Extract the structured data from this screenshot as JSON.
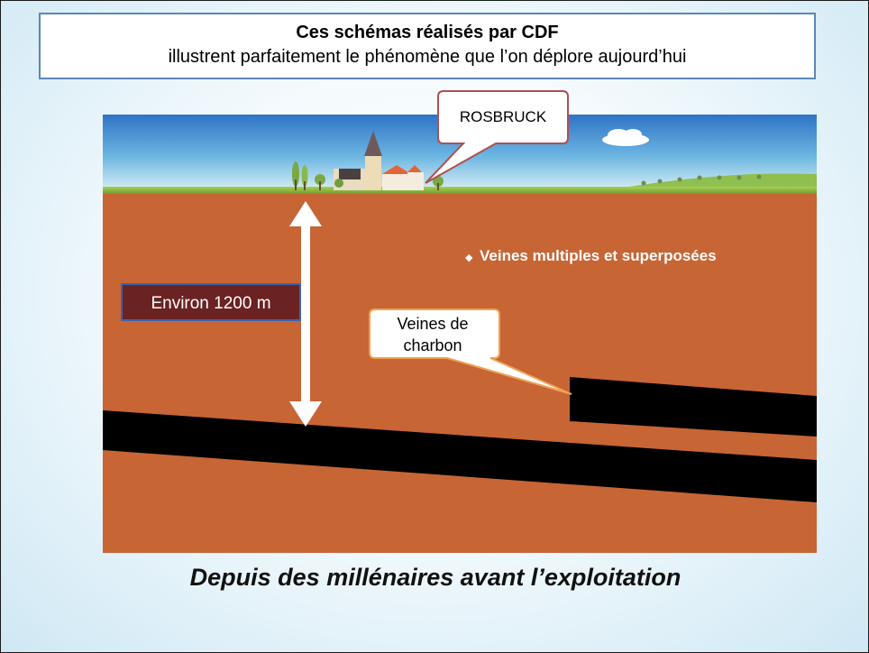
{
  "header": {
    "title": "Ces schémas réalisés par CDF",
    "subtitle": "illustrent parfaitement le phénomène que l’on déplore aujourd’hui"
  },
  "diagram": {
    "village_label": "ROSBRUCK",
    "depth_label": "Environ 1200 m",
    "seams_bullet": "Veines multiples et superposées",
    "coal_label_line1": "Veines de",
    "coal_label_line2": "charbon"
  },
  "caption": "Depuis des millénaires avant l’exploitation",
  "colors": {
    "ground": "#c76535",
    "coal": "#000000",
    "grass": "#8dbb3c",
    "sky_top": "#2f73c5",
    "sky_bottom": "#d6eef3",
    "depth_box": "#6b2222",
    "callout_border_village": "#b05050",
    "callout_border_coal": "#f0a050"
  }
}
